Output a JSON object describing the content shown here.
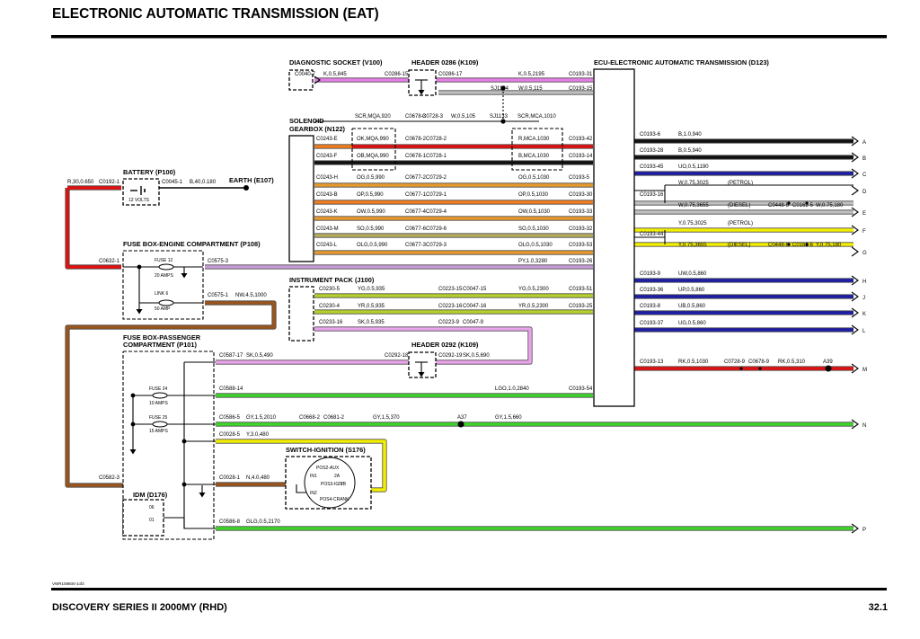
{
  "header": {
    "title": "ELECTRONIC AUTOMATIC TRANSMISSION (EAT)"
  },
  "footer": {
    "ref": "VWR108600-1of2",
    "model": "DISCOVERY SERIES II 2000MY (RHD)",
    "page": "32.1"
  },
  "colors": {
    "red": "#e11010",
    "black": "#111111",
    "magenta": "#e57ee8",
    "violet": "#c79bd8",
    "pink": "#e9a4ec",
    "orange": "#f07d1e",
    "amber": "#e89a2e",
    "khaki": "#b5ad5e",
    "olive": "#b6d02c",
    "yellow": "#f3ef00",
    "green": "#3fd52b",
    "blue": "#1d1da6",
    "brown": "#9a541d",
    "gray": "#bfbfbf",
    "wire_edge": "#4c4c4c"
  },
  "components": {
    "diag_socket": {
      "name": "DIAGNOSTIC SOCKET (V100)"
    },
    "header_0286": {
      "name": "HEADER 0286 (K109)"
    },
    "ecu": {
      "name": "ECU-ELECTRONIC AUTOMATIC TRANSMISSION (D123)"
    },
    "solenoid": {
      "name_l1": "SOLENOID-",
      "name_l2": "GEARBOX (N122)"
    },
    "battery": {
      "name": "BATTERY (P100)",
      "voltage": "12 VOLTS"
    },
    "earth": {
      "name": "EARTH (E107)"
    },
    "fusebox_engine": {
      "name": "FUSE BOX-ENGINE COMPARTMENT (P108)",
      "fuse12": "FUSE 12",
      "fuse12_rating": "20 AMPS",
      "link6": "LINK 6",
      "link6_rating": "50 AMP"
    },
    "instrument_pack": {
      "name": "INSTRUMENT PACK (J100)"
    },
    "header_0292": {
      "name": "HEADER 0292 (K109)"
    },
    "fusebox_pass": {
      "name_l1": "FUSE BOX-PASSENGER",
      "name_l2": "COMPARTMENT (P101)",
      "fuse24": "FUSE 24",
      "fuse24_rating": "10 AMPS",
      "fuse25": "FUSE 25",
      "fuse25_rating": "15 AMPS"
    },
    "switch": {
      "name": "SWITCH-IGNITION (S176)",
      "pos2": "POS2-AUX",
      "in1": "IN1",
      "pos3": "POS3-IGN",
      "in2": "IN2",
      "pos4": "POS4-CRANK",
      "t2a": "2A",
      "t2b": "2B"
    },
    "idm": {
      "name": "IDM (D176)",
      "p6": "06",
      "p1": "01"
    }
  },
  "labels": {
    "diag_c1": "C0040-7",
    "diag_w1": "K,0.5,845",
    "diag_c2": "C0286-15",
    "k_c1": "C0286-17",
    "k_w1": "K,0.5,2195",
    "k_c2": "C0193-31",
    "w_sj": "SJ1134",
    "w_w1": "W,0.5,115",
    "w_c2": "C0193-15",
    "sw_w1": "SCR,MQA,920",
    "sw_c1": "C0678-3",
    "sw_c2": "C0728-3",
    "sw_w2": "W,0.5,105",
    "sw_sj": "SJ1133",
    "sw_w3": "SCR,MCA,1010",
    "s1_c": "C0243-E",
    "s1_w1": "OK,MQA,990",
    "s1_c2": "C0678-2",
    "s1_c3": "C0728-2",
    "s1_w2": "R,MCA,1030",
    "s1_c4": "C0193-42",
    "s2_c": "C0243-F",
    "s2_w1": "OB,MQA,990",
    "s2_c2": "C0678-1",
    "s2_c3": "C0728-1",
    "s2_w2": "B,MCA,1030",
    "s2_c4": "C0193-14",
    "s3_c": "C0243-H",
    "s3_w1": "OG,0.5,990",
    "s3_c2": "C0677-2",
    "s3_c3": "C0729-2",
    "s3_w2": "OG,0.5,1030",
    "s3_c4": "C0193-5",
    "s4_c": "C0243-B",
    "s4_w1": "OP,0.5,990",
    "s4_c2": "C0677-1",
    "s4_c3": "C0729-1",
    "s4_w2": "OP,0.5,1030",
    "s4_c4": "C0193-30",
    "s5_c": "C0243-K",
    "s5_w1": "OW,0.5,990",
    "s5_c2": "C0677-4",
    "s5_c3": "C0729-4",
    "s5_w2": "OW,0.5,1030",
    "s5_c4": "C0193-33",
    "s6_c": "C0243-M",
    "s6_w1": "SO,0.5,990",
    "s6_c2": "C0677-6",
    "s6_c3": "C0729-6",
    "s6_w2": "SO,0.5,1030",
    "s6_c4": "C0193-32",
    "s7_c": "C0243-L",
    "s7_w1": "OLG,0.5,990",
    "s7_c2": "C0677-3",
    "s7_c3": "C0729-3",
    "s7_w2": "OLG,0.5,1030",
    "s7_c4": "C0193-53",
    "bat_w1": "R,30,0.650",
    "bat_c1": "C0192-1",
    "bat_c2": "C0045-1",
    "bat_w2": "B,40,0.180",
    "py_w": "PY,1.0,3280",
    "py_c": "C0193-26",
    "fe_c1": "C0632-1",
    "fe_c2": "C0575-3",
    "fe_c3": "C0575-1",
    "fe_w3": "NW,4.5,1000",
    "i1_c": "C0230-5",
    "i1_w1": "YG,0.5,935",
    "i1_c2": "C0223-15",
    "i1_c3": "C0047-15",
    "i1_w2": "YG,0.5,2300",
    "i1_c4": "C0193-51",
    "i2_c": "C0230-4",
    "i2_w1": "YR,0.5,935",
    "i2_c2": "C0223-16",
    "i2_c3": "C0047-16",
    "i2_w2": "YR,0.5,2300",
    "i2_c4": "C0193-25",
    "i3_c": "C0233-16",
    "i3_w1": "SK,0.5,935",
    "i3_c2": "C0223-9",
    "i3_c3": "C0047-9",
    "h2_c1": "C0587-17",
    "h2_w1": "SK,0.5,490",
    "h2_c2": "C0292-18",
    "h2_c3": "C0292-19",
    "h2_w2": "SK,0.5,690",
    "lg_c1": "C0588-14",
    "lg_w": "LGO,1.0,2840",
    "lg_c2": "C0193-54",
    "gy_c1": "C0586-5",
    "gy_w1": "GY,1.5,2010",
    "gy_c2": "C0668-2",
    "gy_c3": "C0681-2",
    "gy_w2": "GY,1.5,370",
    "gy_sj": "A37",
    "gy_w3": "GY,1.5,660",
    "y_c1": "C0028-5",
    "y_w1": "Y,3.0,480",
    "n_c1": "C0028-1",
    "n_w1": "N,4.0,480",
    "br_c": "C0582-3",
    "glg_c1": "C0586-8",
    "glg_w1": "GLG,0.5,2170",
    "r_c1": "C0193-6",
    "r_w1": "B,1.0,940",
    "r_c2": "C0193-28",
    "r_w2": "B,0.5,940",
    "r_c3": "C0193-45",
    "r_w3": "UO,0.5,1190",
    "r_c4": "C0193-16",
    "r_w4a": "W,0.75,3025",
    "r_t4a": "(PETROL)",
    "r_w4b": "W,0.75,3655",
    "r_t4b": "(DIESEL)",
    "r_c4b": "C0448-5",
    "r_c4c": "C0162-5",
    "r_w4c": "W,0.75,180",
    "r_c5": "C0193-44",
    "r_w5a": "Y,0.75,3025",
    "r_t5a": "(PETROL)",
    "r_w5b": "Y,0.75,3655",
    "r_t5b": "(DIESEL)",
    "r_c5b": "C0448-6",
    "r_c5c": "C0162-6",
    "r_w5c": "Y,0.75,180",
    "r_c6": "C0193-9",
    "r_w6": "UW,0.5,860",
    "r_c7": "C0193-36",
    "r_w7": "UP,0.5,860",
    "r_c8": "C0193-8",
    "r_w8": "UB,0.5,860",
    "r_c9": "C0193-37",
    "r_w9": "UG,0.5,860",
    "r_c10": "C0193-13",
    "r_w10a": "RK,0.5,1030",
    "r_c10b": "C0728-9",
    "r_c10c": "C0678-9",
    "r_w10b": "RK,0.5,310",
    "r_sj10": "A39"
  },
  "edge_letters": [
    "A",
    "B",
    "C",
    "D",
    "E",
    "F",
    "G",
    "H",
    "J",
    "K",
    "L",
    "M",
    "N",
    "P"
  ]
}
